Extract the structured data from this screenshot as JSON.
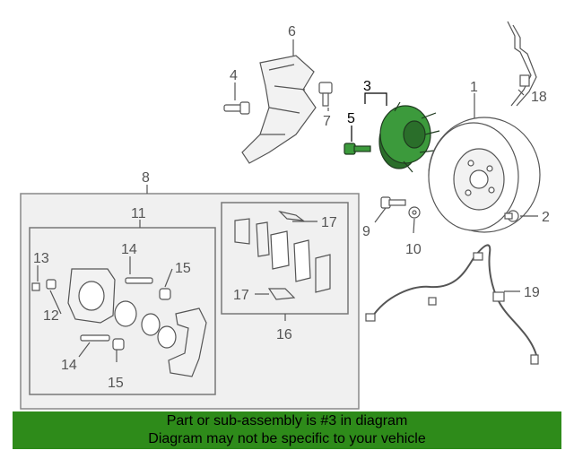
{
  "callouts": {
    "c1": "1",
    "c2": "2",
    "c3": "3",
    "c4": "4",
    "c5": "5",
    "c6": "6",
    "c7": "7",
    "c8": "8",
    "c9": "9",
    "c10": "10",
    "c11": "11",
    "c12": "12",
    "c13": "13",
    "c14a": "14",
    "c14b": "14",
    "c15a": "15",
    "c15b": "15",
    "c16": "16",
    "c17a": "17",
    "c17b": "17",
    "c18": "18",
    "c19": "19"
  },
  "banner": {
    "line1": "Part or sub-assembly is #3 in diagram",
    "line2": "Diagram may not be specific to your vehicle"
  },
  "colors": {
    "highlight": "#3c9a3c",
    "banner": "#2e8b1a"
  }
}
